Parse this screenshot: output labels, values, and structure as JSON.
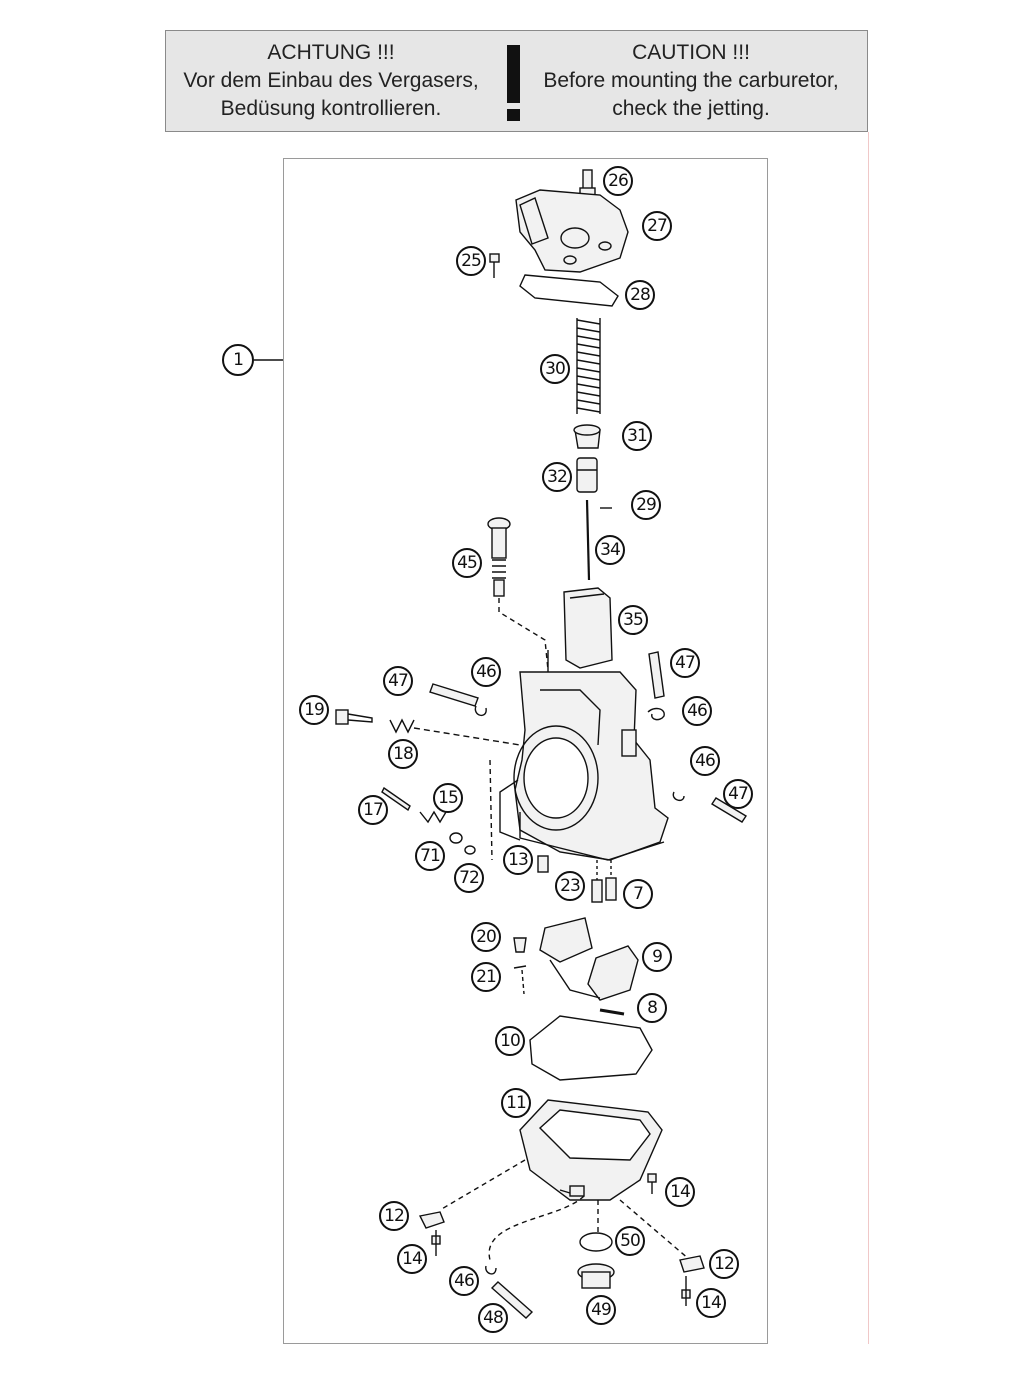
{
  "warning": {
    "de_title": "ACHTUNG !!!",
    "de_line1": "Vor dem Einbau des Vergasers,",
    "de_line2": "Bedüsung kontrollieren.",
    "en_title": "CAUTION !!!",
    "en_line1": "Before mounting the carburetor,",
    "en_line2": "check the jetting."
  },
  "callouts": {
    "c1": "1",
    "c26": "26",
    "c27": "27",
    "c25": "25",
    "c28": "28",
    "c30": "30",
    "c31": "31",
    "c32": "32",
    "c29": "29",
    "c34": "34",
    "c45": "45",
    "c35": "35",
    "c47a": "47",
    "c46a": "46",
    "c47b": "47",
    "c46b": "46",
    "c19": "19",
    "c18": "18",
    "c46c": "46",
    "c47c": "47",
    "c17": "17",
    "c15": "15",
    "c71": "71",
    "c72": "72",
    "c13": "13",
    "c23": "23",
    "c7": "7",
    "c20": "20",
    "c9": "9",
    "c21": "21",
    "c8": "8",
    "c10": "10",
    "c11": "11",
    "c14a": "14",
    "c12a": "12",
    "c50": "50",
    "c14b": "14",
    "c46d": "46",
    "c12b": "12",
    "c48": "48",
    "c49": "49",
    "c14c": "14"
  },
  "colors": {
    "banner_bg": "#e6e6e6",
    "ink": "#111111",
    "part_fill": "#f2f2f2"
  }
}
